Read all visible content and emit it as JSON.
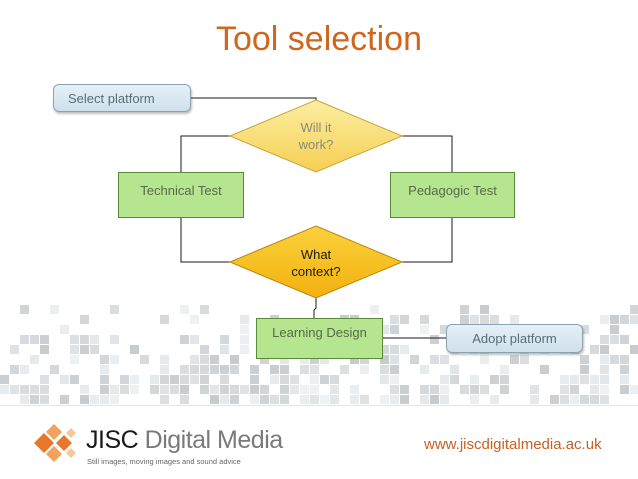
{
  "title": "Tool selection",
  "nodes": {
    "select_platform": "Select platform",
    "will_it_work": [
      "Will it",
      "work?"
    ],
    "technical_test": "Technical Test",
    "pedagogic_test": "Pedagogic Test",
    "what_context": [
      "What",
      "context?"
    ],
    "learning_design": "Learning Design",
    "adopt_platform": "Adopt platform"
  },
  "footer": {
    "logo_bold": "JISC",
    "logo_light": "Digital Media",
    "logo_tagline": "Still images, moving images and sound advice",
    "url": "www.jiscdigitalmedia.ac.uk"
  },
  "colors": {
    "title": "#d0661c",
    "diamond_light": "#fbe17a",
    "diamond_dark": "#f8c32a",
    "green_box": "#b6e58f",
    "url": "#c8601e",
    "logo_orange": "#e8762b"
  }
}
